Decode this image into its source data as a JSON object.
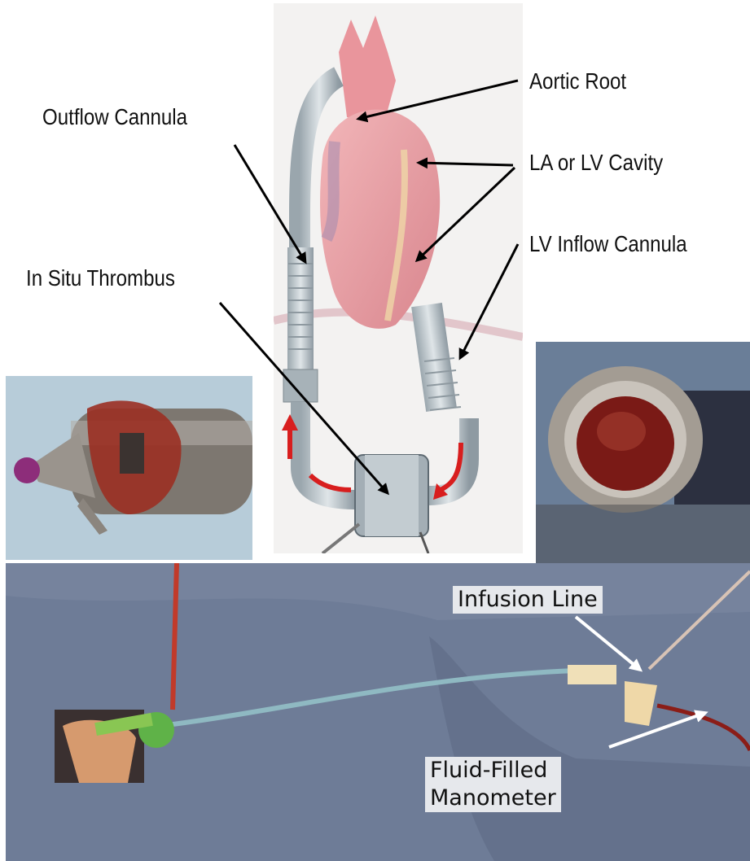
{
  "labels": {
    "outflow_cannula": "Outflow Cannula",
    "aortic_root": "Aortic Root",
    "la_lv_cavity": "LA or LV Cavity",
    "lv_inflow_cannula": "LV Inflow Cannula",
    "in_situ_thrombus": "In Situ Thrombus",
    "infusion_line": "Infusion Line",
    "fluid_filled_line1": "Fluid-Filled",
    "fluid_filled_line2": "Manometer"
  },
  "colors": {
    "heart": "#e8a3a8",
    "cannula": "#b9c3c8",
    "flow_arrow": "#d81e1e",
    "drape": "#6f7d99",
    "thrombus": "#8a1e1a",
    "metal": "#8a8580"
  }
}
